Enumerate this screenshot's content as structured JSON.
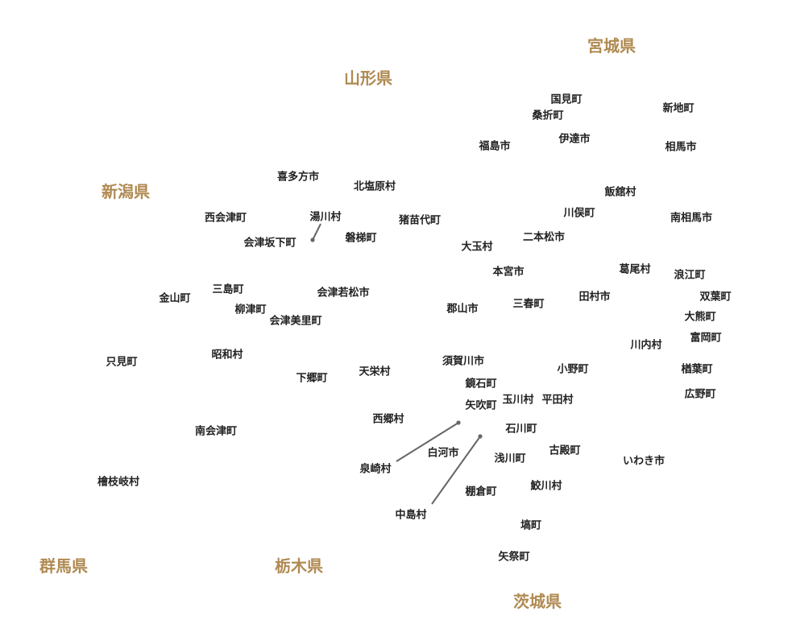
{
  "colors": {
    "prefecture_label": "#b08a52",
    "municipality_label": "#222222",
    "leader_line": "#666666",
    "background": "#ffffff"
  },
  "prefectures": {
    "miyagi": "宮城県",
    "yamagata": "山形県",
    "niigata": "新潟県",
    "gunma": "群馬県",
    "tochigi": "栃木県",
    "ibaraki": "茨城県"
  },
  "municipalities": {
    "kunimi": "国見町",
    "koori": "桑折町",
    "shinchi": "新地町",
    "fukushima": "福島市",
    "date": "伊達市",
    "soma": "相馬市",
    "kitakata": "喜多方市",
    "kitashiobara": "北塩原村",
    "iitate": "飯舘村",
    "nishiaizu": "西会津町",
    "yugawa": "湯川村",
    "kawamata": "川俣町",
    "inawashiro": "猪苗代町",
    "minamisoma": "南相馬市",
    "aizubange": "会津坂下町",
    "bandai": "磐梯町",
    "otama": "大玉村",
    "nihonmatsu": "二本松市",
    "katsurao": "葛尾村",
    "motomiya": "本宮市",
    "namie": "浪江町",
    "mishima": "三島町",
    "aizuwakamatsu": "会津若松市",
    "kaneyama": "金山町",
    "tamura": "田村市",
    "futaba": "双葉町",
    "yanaizu": "柳津町",
    "miharu": "三春町",
    "koriyama": "郡山市",
    "okuma": "大熊町",
    "aizumisato": "会津美里町",
    "tomioka": "富岡町",
    "kawauchi": "川内村",
    "showa": "昭和村",
    "tadami": "只見町",
    "sukagawa": "須賀川市",
    "ono": "小野町",
    "naraha": "楢葉町",
    "shimogo": "下郷町",
    "tenei": "天栄村",
    "kagamiishi": "鏡石町",
    "hirono": "広野町",
    "tamakawa": "玉川村",
    "hirata": "平田村",
    "yabuki": "矢吹町",
    "nishigo": "西郷村",
    "ishikawa": "石川町",
    "minamiaizu": "南会津町",
    "furudono": "古殿町",
    "shirakawa": "白河市",
    "asakawa": "浅川町",
    "iwaki": "いわき市",
    "izumizaki": "泉崎村",
    "hinoemata": "檜枝岐村",
    "samegawa": "鮫川村",
    "tanagura": "棚倉町",
    "nakajima": "中島村",
    "hanawa": "塙町",
    "yamatsuri": "矢祭町"
  }
}
